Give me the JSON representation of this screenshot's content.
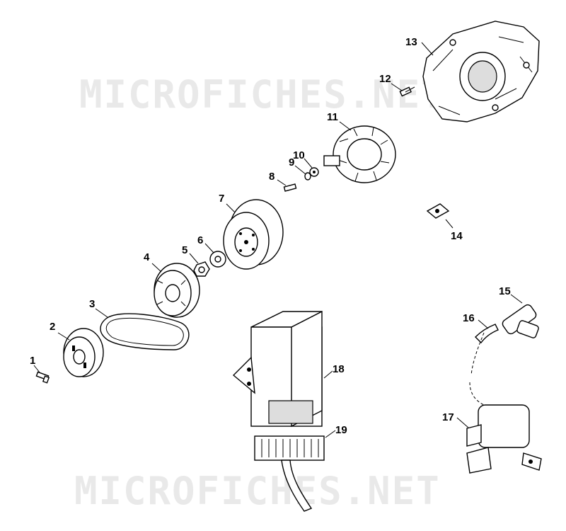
{
  "watermark": {
    "text": "MICROFICHES.NET"
  },
  "callouts": {
    "c1": "1",
    "c2": "2",
    "c3": "3",
    "c4": "4",
    "c5": "5",
    "c6": "6",
    "c7": "7",
    "c8": "8",
    "c9": "9",
    "c10": "10",
    "c11": "11",
    "c12": "12",
    "c13": "13",
    "c14": "14",
    "c15": "15",
    "c16": "16",
    "c17": "17",
    "c18": "18",
    "c19": "19"
  },
  "colors": {
    "ink": "#000000",
    "watermark": "#e9e9e9",
    "background": "#ffffff"
  }
}
